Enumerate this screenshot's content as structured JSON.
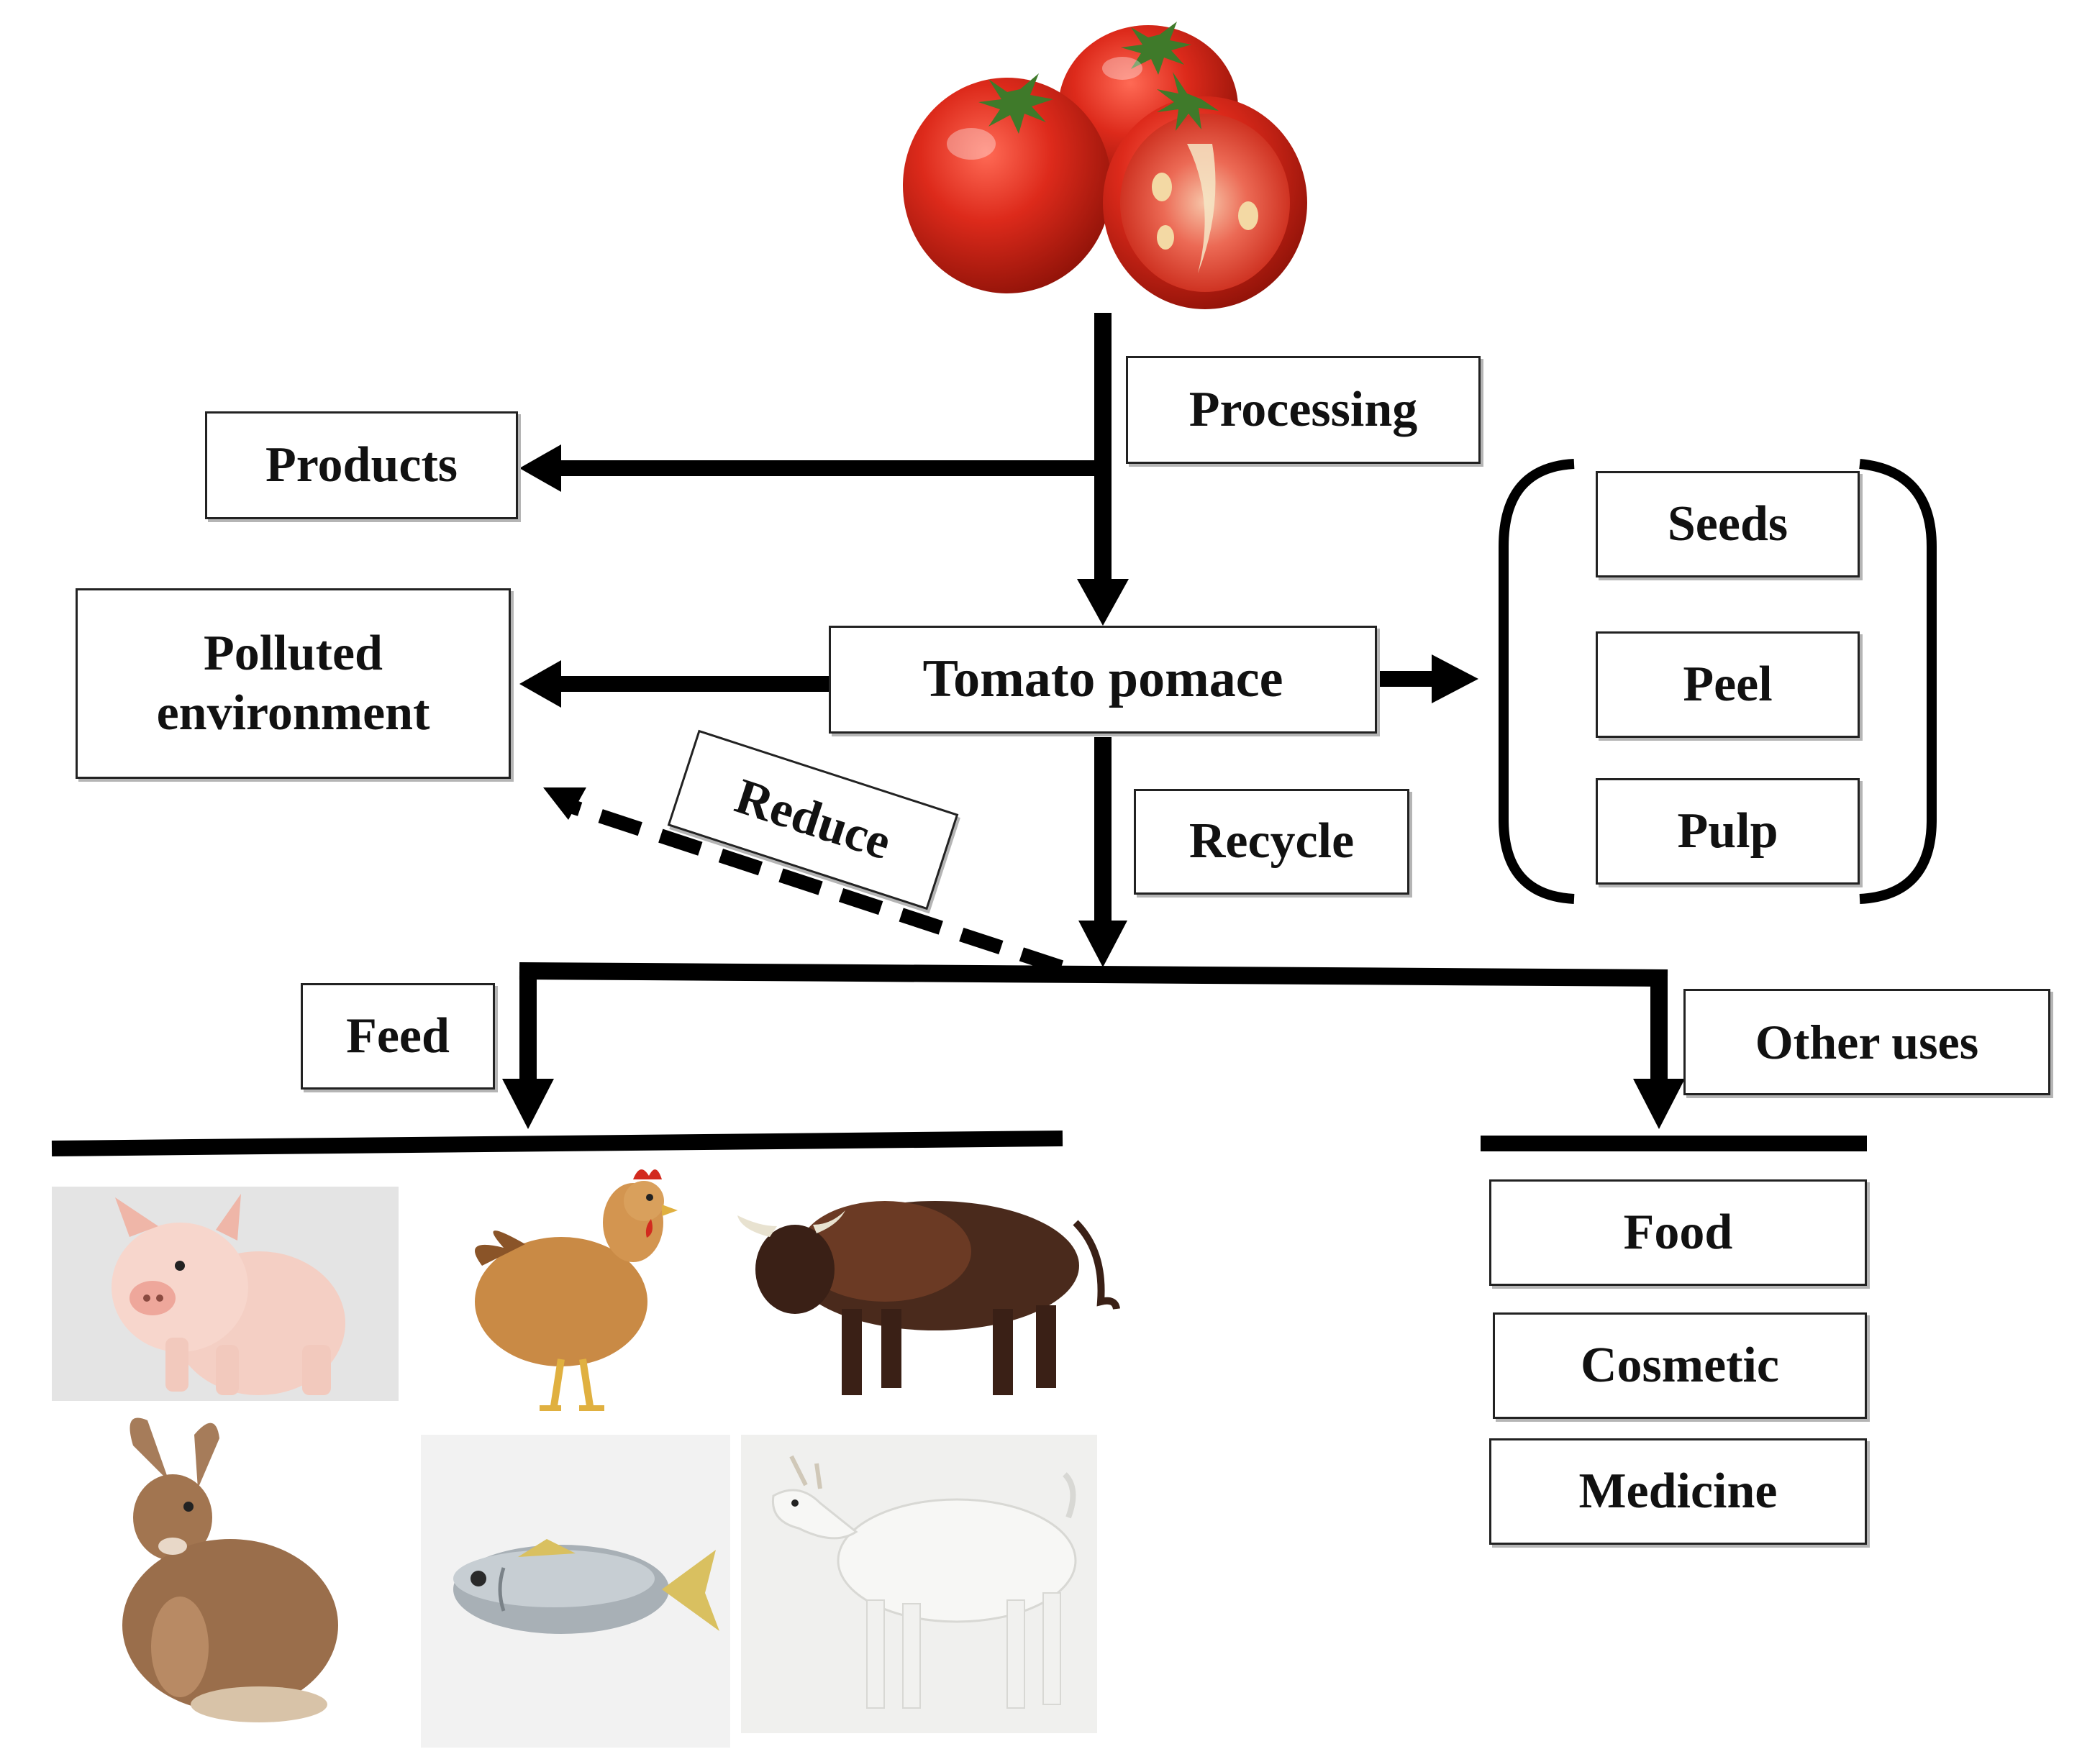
{
  "labels": {
    "processing": "Processing",
    "products": "Products",
    "tomato_pomace": "Tomato pomace",
    "polluted_line1": "Polluted",
    "polluted_line2": "environment",
    "reduce": "Reduce",
    "recycle": "Recycle",
    "feed": "Feed",
    "other_uses": "Other uses"
  },
  "pomace_components": [
    "Seeds",
    "Peel",
    "Pulp"
  ],
  "other_use_items": [
    "Food",
    "Cosmetic",
    "Medicine"
  ],
  "feed_animals": [
    "pig",
    "chicken",
    "bull",
    "rabbit",
    "fish",
    "goat"
  ],
  "colors": {
    "line": "#000000",
    "box_border": "#222222",
    "tomato": "#d42a1c",
    "tomato_flesh": "#e6584a",
    "leaf": "#3f7a2a"
  }
}
